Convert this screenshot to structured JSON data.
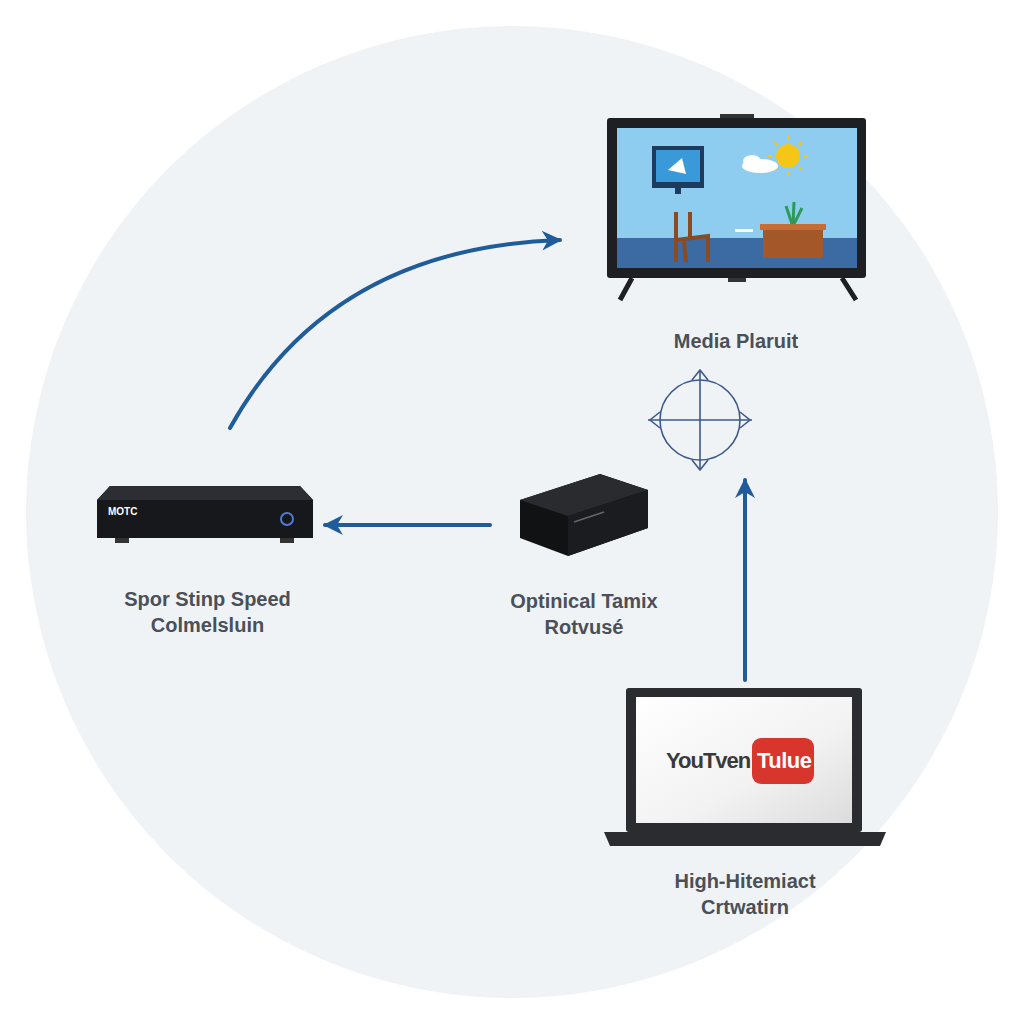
{
  "diagram": {
    "nodes": [
      {
        "text": [
          "Media Plaruit"
        ]
      },
      {
        "text": [
          "Spor Stinp Speed Colmelsluin"
        ]
      },
      {
        "text": [
          "Optinical Tamix Rotvusé"
        ]
      },
      {
        "text": [
          "High-Hitemiact Crtwatirn"
        ]
      }
    ],
    "edges": [
      {
        "from": 1,
        "to": 0,
        "arrow": "to"
      },
      {
        "from": 2,
        "to": 1,
        "arrow": "to"
      },
      {
        "from": 3,
        "to": 0,
        "arrow": "to"
      }
    ],
    "labels": [
      "MOTC",
      "YouTven",
      "Tulue"
    ]
  }
}
